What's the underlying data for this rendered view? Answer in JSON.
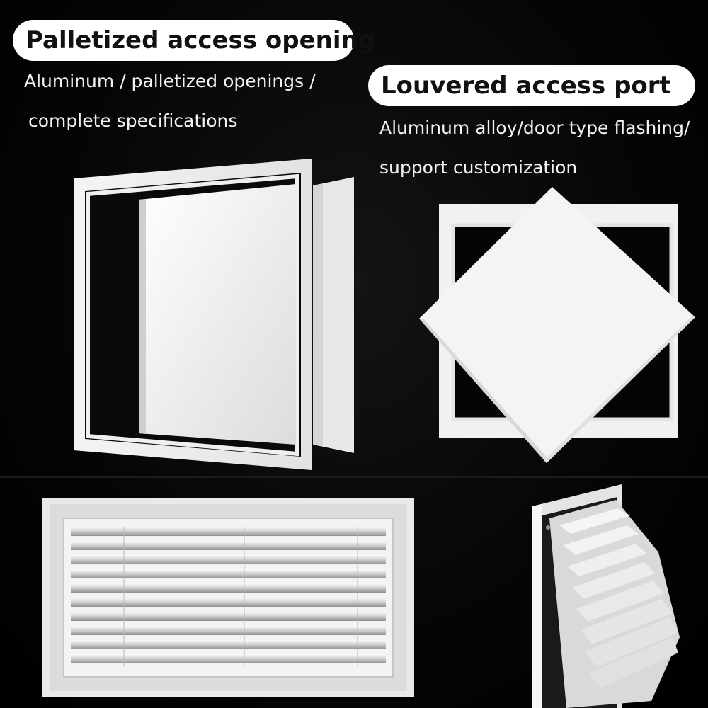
{
  "left_section": {
    "title": "Palletized access opening",
    "line_1": "Aluminum / palletized openings /",
    "line_2": "complete specifications"
  },
  "right_section": {
    "title": "Louvered access port",
    "line_1": "Aluminum alloy/door type flashing/",
    "line_2": "support customization"
  }
}
